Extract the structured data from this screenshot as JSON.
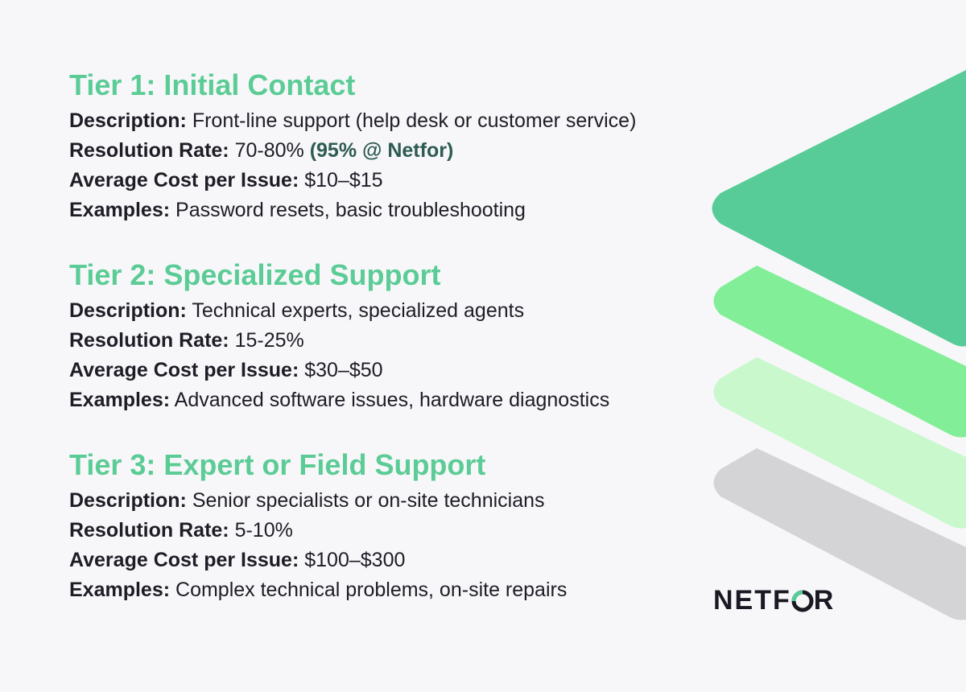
{
  "tiers": [
    {
      "title": "Tier 1: Initial Contact",
      "description_label": "Description:",
      "description": "Front-line support (help desk or customer service)",
      "resolution_label": "Resolution Rate:",
      "resolution": "70-80%",
      "resolution_highlight": "(95% @ Netfor)",
      "cost_label": "Average Cost per Issue:",
      "cost": "$10–$15",
      "examples_label": "Examples:",
      "examples": "Password resets, basic troubleshooting"
    },
    {
      "title": "Tier 2: Specialized Support",
      "description_label": "Description:",
      "description": "Technical experts, specialized agents",
      "resolution_label": "Resolution Rate:",
      "resolution": "15-25%",
      "cost_label": "Average Cost per Issue:",
      "cost": "$30–$50",
      "examples_label": "Examples:",
      "examples": "Advanced software issues, hardware diagnostics"
    },
    {
      "title": "Tier 3: Expert or Field Support",
      "description_label": "Description:",
      "description": "Senior specialists or on-site technicians",
      "resolution_label": "Resolution Rate:",
      "resolution": "5-10%",
      "cost_label": "Average Cost per Issue:",
      "cost": "$100–$300",
      "examples_label": "Examples:",
      "examples": "Complex technical problems, on-site repairs"
    }
  ],
  "logo": {
    "text_before": "NETF",
    "text_after": "R"
  },
  "colors": {
    "background": "#f7f7f9",
    "tier_title": "#5ccc96",
    "body_text": "#1e1d26",
    "highlight_text": "#2e5b52",
    "layer_tier1": "#58cc98",
    "layer_tier2": "#82ee98",
    "layer_tier3": "#c8f8cc",
    "layer_base": "#d4d4d6",
    "logo_accent": "#58cc98"
  }
}
